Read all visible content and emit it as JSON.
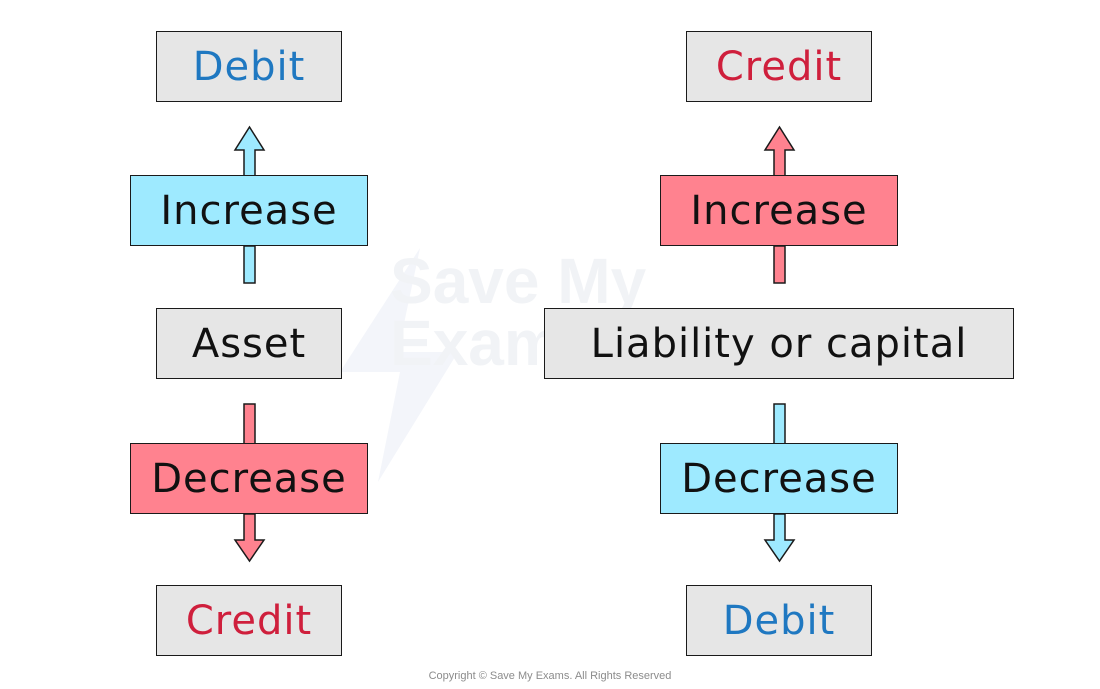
{
  "watermark": {
    "line1": "Save My",
    "line2": "Exams"
  },
  "left": {
    "top": "Debit",
    "increase": "Increase",
    "center": "Asset",
    "decrease": "Decrease",
    "bottom": "Credit"
  },
  "right": {
    "top": "Credit",
    "increase": "Increase",
    "center": "Liability or capital",
    "decrease": "Decrease",
    "bottom": "Debit"
  },
  "footer": "Copyright © Save My Exams. All Rights Reserved",
  "colors": {
    "box_grey": "#e6e6e6",
    "box_blue": "#9eeaff",
    "box_pink": "#ff828f",
    "text_blue": "#1f78c1",
    "text_red": "#cf1f3c"
  }
}
